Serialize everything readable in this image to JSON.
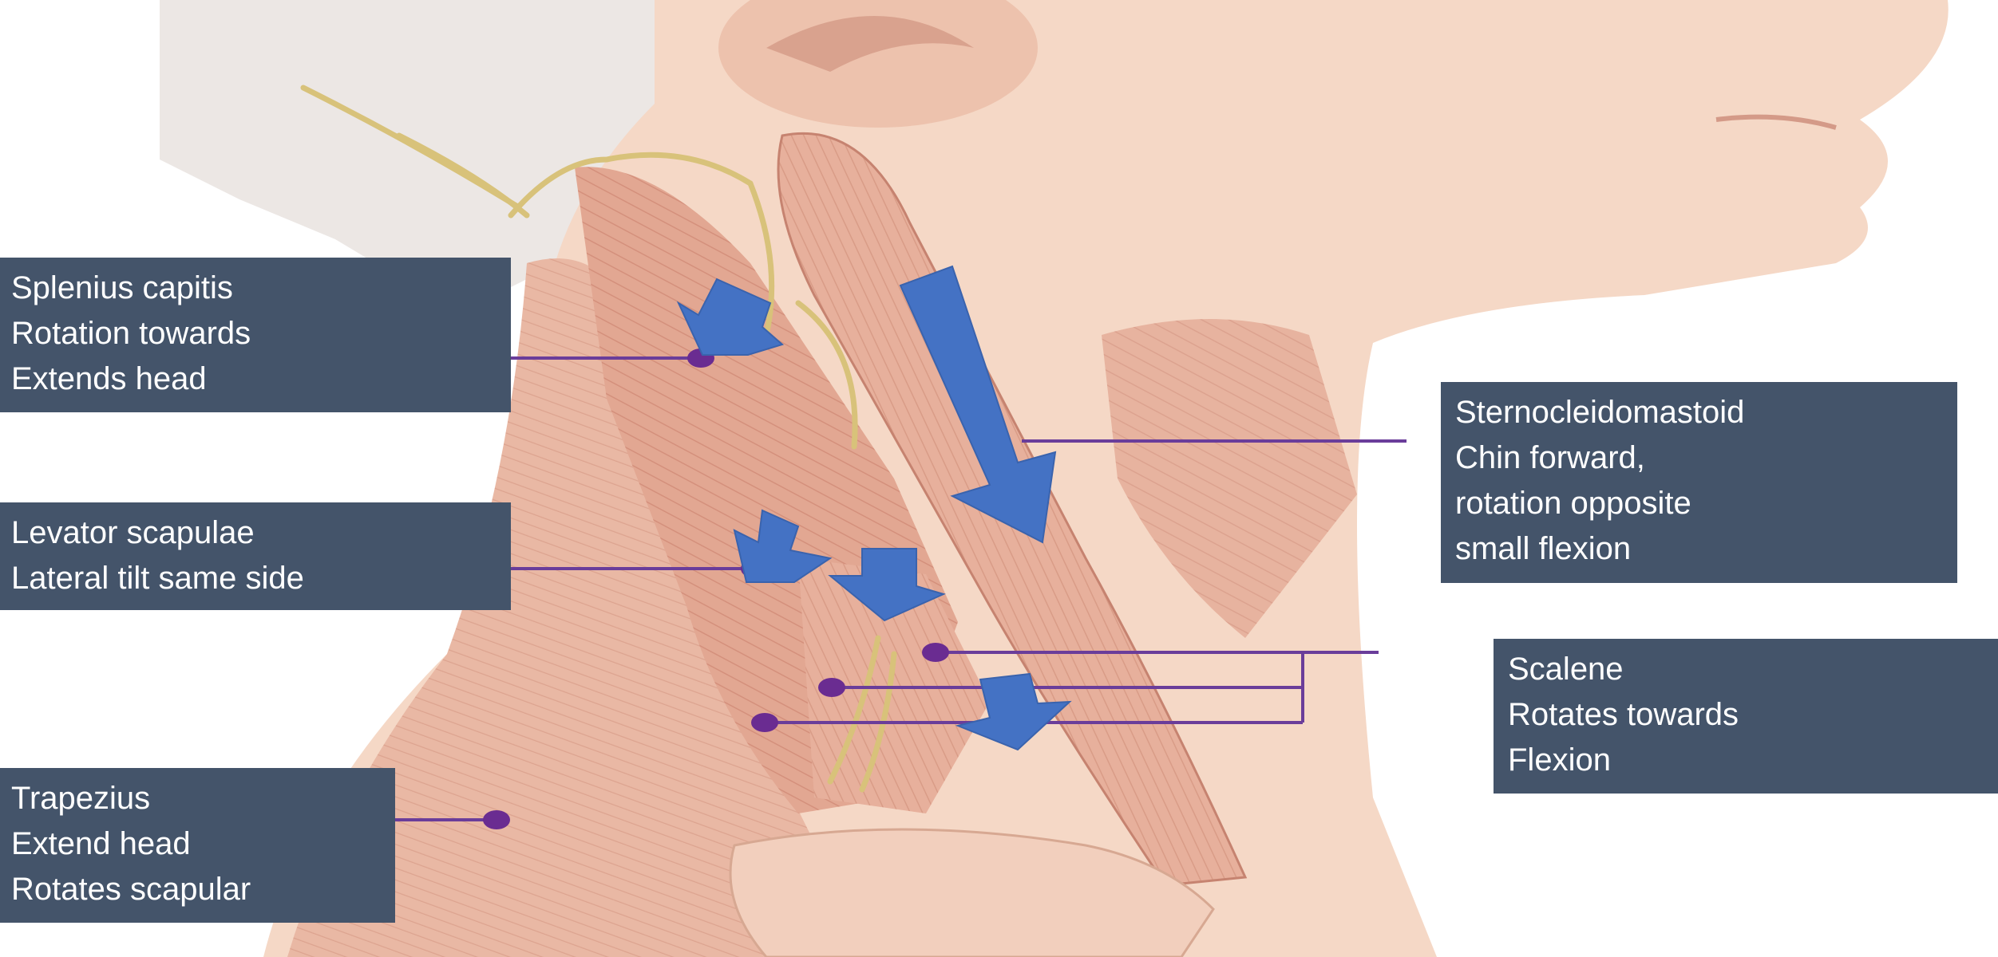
{
  "labels": {
    "splenius": {
      "name": "Splenius capitis",
      "line1": "Rotation towards",
      "line2": "Extends head"
    },
    "levator": {
      "name": "Levator scapulae",
      "line1": "Lateral tilt same side"
    },
    "trapezius": {
      "name": "Trapezius",
      "line1": "Extend head",
      "line2": "Rotates scapular"
    },
    "sternocleidomastoid": {
      "name": "Sternocleidomastoid",
      "line1": "Chin forward,",
      "line2": "rotation opposite",
      "line3": "small flexion"
    },
    "scalene": {
      "name": "Scalene",
      "line1": "Rotates towards",
      "line2": "Flexion"
    }
  },
  "colors": {
    "label_box": "#44546a",
    "label_text": "#ffffff",
    "arrow": "#4472c4",
    "leader_line": "#6a3d9a",
    "skin": "#f3d2bd",
    "muscle": "#e0a690"
  }
}
